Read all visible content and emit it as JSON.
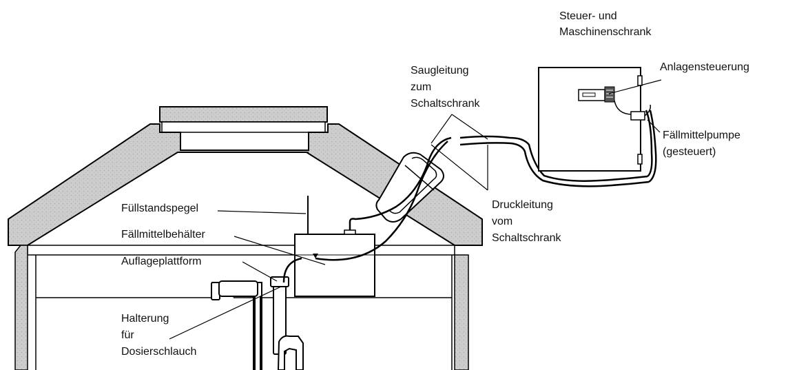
{
  "labels": {
    "cabinet": [
      "Steuer- und",
      "Maschinenschrank"
    ],
    "control": "Anlagensteuerung",
    "suction": [
      "Saugleitung",
      "zum",
      "Schaltschrank"
    ],
    "pump": [
      "Fällmittelpumpe",
      "(gesteuert)"
    ],
    "pressure": [
      "Druckleitung",
      "vom",
      "Schaltschrank"
    ],
    "level_gauge": "Füllstandspegel",
    "container": "Fällmittelbehälter",
    "platform": "Auflageplattform",
    "holder": [
      "Halterung",
      "für",
      "Dosierschlauch"
    ]
  },
  "colors": {
    "line": "#000000",
    "hatch_fill": "#c9c9c9",
    "background": "#ffffff"
  }
}
